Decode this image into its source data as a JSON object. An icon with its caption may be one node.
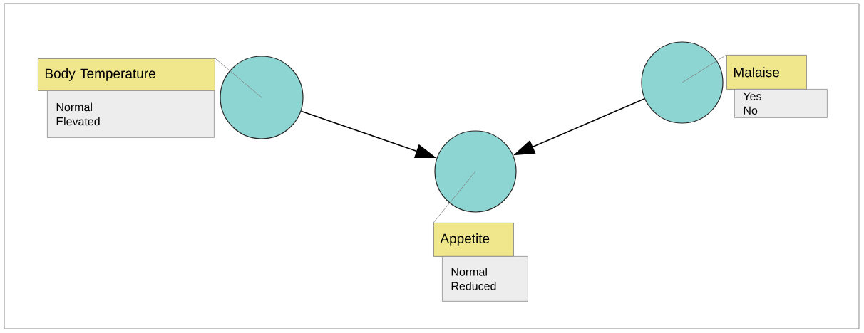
{
  "diagram": {
    "nodes": [
      {
        "text": [
          "Body Temperature"
        ]
      },
      {
        "text": [
          "Normal",
          "Elevated"
        ]
      },
      {
        "text": [],
        "shape": "circle"
      },
      {
        "text": [],
        "shape": "circle"
      },
      {
        "text": [
          "Malaise"
        ]
      },
      {
        "text": [
          "Yes",
          "No"
        ]
      },
      {
        "text": [],
        "shape": "circle"
      },
      {
        "text": [
          "Appetite"
        ]
      },
      {
        "text": [
          "Normal",
          "Reduced"
        ]
      }
    ],
    "edges": [
      {
        "from": 2,
        "to": 6,
        "arrow": "to",
        "color": "#000000"
      },
      {
        "from": 3,
        "to": 6,
        "arrow": "to",
        "color": "#000000"
      },
      {
        "from": 0,
        "to": 2,
        "arrow": "none"
      },
      {
        "from": 4,
        "to": 3,
        "arrow": "none"
      },
      {
        "from": 7,
        "to": 6,
        "arrow": "none"
      }
    ]
  }
}
